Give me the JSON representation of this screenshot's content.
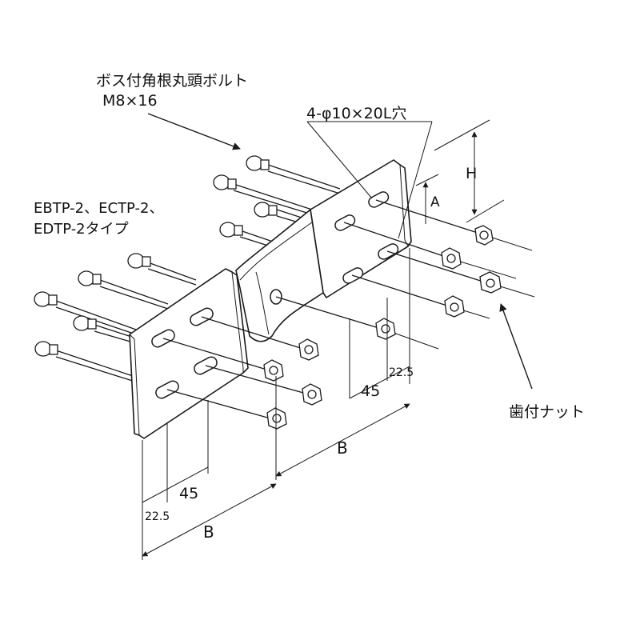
{
  "labels": {
    "bolt_name": "ボス付角根丸頭ボルト",
    "bolt_size": "M8×16",
    "hole_spec": "4-φ10×20L穴",
    "types_line1": "EBTP-2、ECTP-2、",
    "types_line2": "EDTP-2タイプ",
    "nut_name": "歯付ナット",
    "dim_H": "H",
    "dim_A": "A",
    "dim_45_right": "45",
    "dim_22_5_right": "22.5",
    "dim_B_right": "B",
    "dim_45_left": "45",
    "dim_22_5_left": "22.5",
    "dim_B_left": "B"
  },
  "colors": {
    "line": "#1a1a1a",
    "background": "#ffffff"
  }
}
